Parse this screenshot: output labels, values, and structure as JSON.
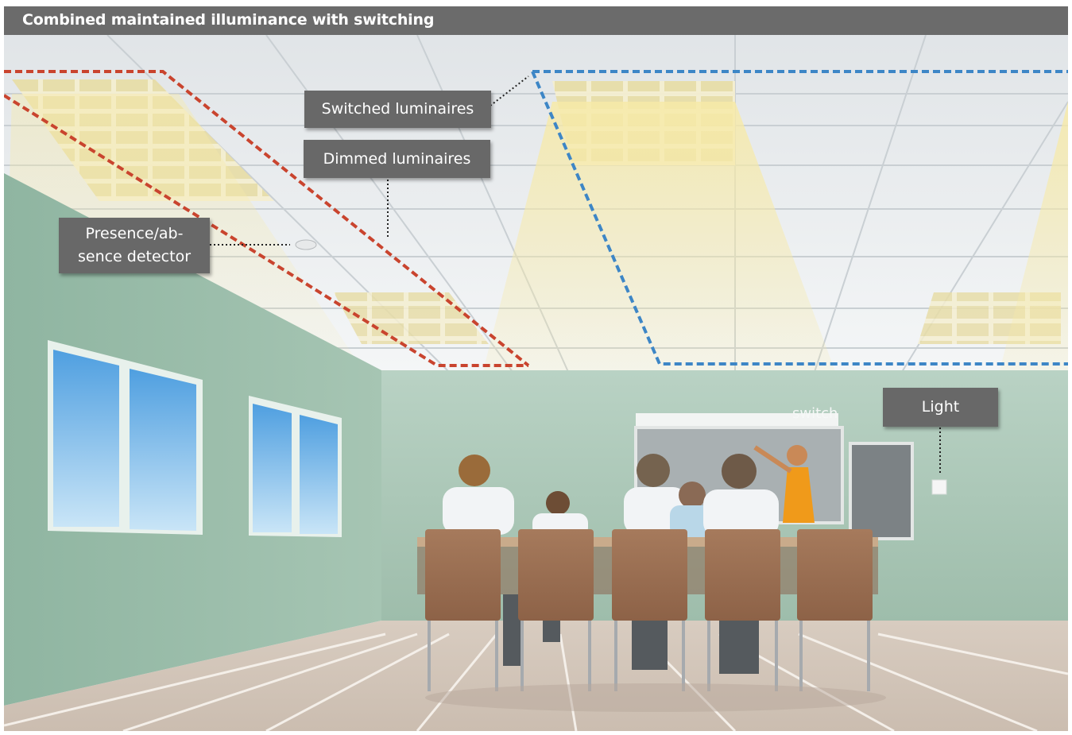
{
  "title": "Combined maintained illuminance with switching",
  "labels": {
    "switched": "Switched luminaires",
    "dimmed": "Dimmed luminaires",
    "presence_line1": "Presence/ab-",
    "presence_line2": "sence detector",
    "light": "Light",
    "switch": "switch"
  },
  "colors": {
    "red_zone": "#c9442e",
    "blue_zone": "#3d86c6",
    "label_bg": "#686868",
    "wall": "#a3c2b0"
  }
}
